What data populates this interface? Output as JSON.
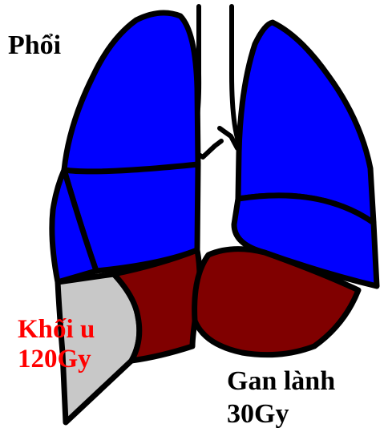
{
  "labels": {
    "lung": "Phổi",
    "tumor": {
      "line1": "Khối u",
      "line2": "120Gy"
    },
    "healthy_liver": {
      "line1": "Gan lành",
      "line2": "30Gy"
    }
  },
  "colors": {
    "lung_fill": "#0000ff",
    "liver_fill": "#800000",
    "tumor_fill": "#c8c8c8",
    "outline": "#000000",
    "tumor_label": "#ff0000",
    "text": "#000000",
    "background": "#ffffff"
  }
}
